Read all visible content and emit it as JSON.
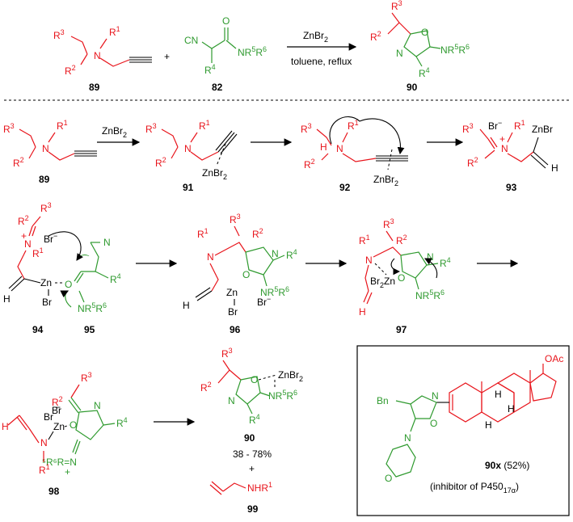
{
  "reaction": {
    "catalyst": "ZnBr2",
    "conditions": "toluene, reflux"
  },
  "compounds": {
    "c89": "89",
    "c82": "82",
    "c90": "90",
    "c91": "91",
    "c92": "92",
    "c93": "93",
    "c94": "94",
    "c95": "95",
    "c96": "96",
    "c97": "97",
    "c98": "98",
    "c99": "99"
  },
  "yield_range": "38 - 78%",
  "plus": "+",
  "box": {
    "compound": "90x",
    "yield": "(52%)",
    "note": "(inhibitor of P450",
    "note_sub": "17α",
    "note_end": ")"
  },
  "atoms": {
    "N": "N",
    "O": "O",
    "Br": "Br",
    "ZnBr": "ZnBr",
    "CN": "CN",
    "H": "H",
    "Bn": "Bn",
    "OAc": "OAc",
    "Zn": "Zn",
    "NHR1": "NHR",
    "R1": "R",
    "R2": "R",
    "R3": "R",
    "R4": "R",
    "NR5R6": "NR",
    "ZnBr2": "ZnBr"
  },
  "colors": {
    "red": "#e8141b",
    "green": "#2f9a2f",
    "black": "#000000"
  }
}
